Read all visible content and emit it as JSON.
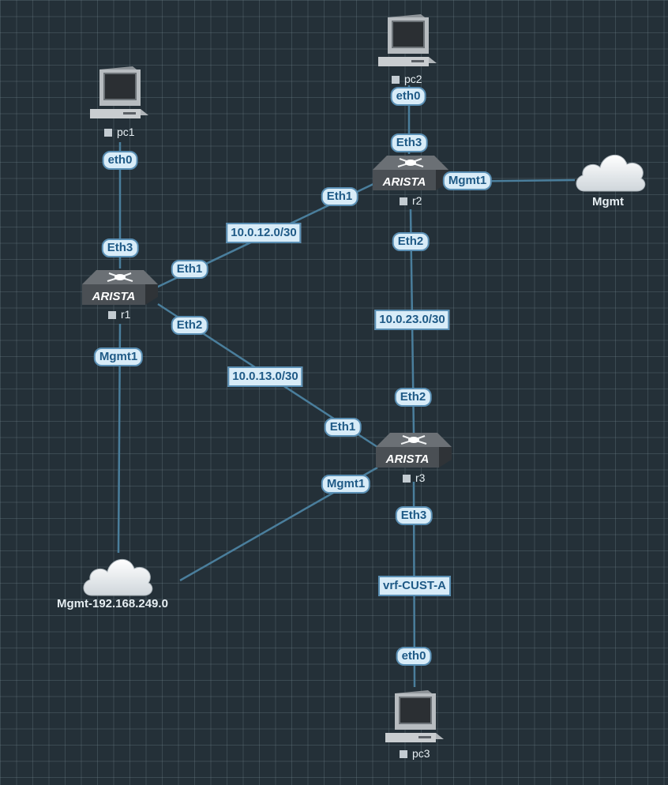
{
  "nodes": {
    "pc1": {
      "label": "pc1"
    },
    "pc2": {
      "label": "pc2"
    },
    "pc3": {
      "label": "pc3"
    },
    "r1": {
      "label": "r1",
      "brand": "ARISTA"
    },
    "r2": {
      "label": "r2",
      "brand": "ARISTA"
    },
    "r3": {
      "label": "r3",
      "brand": "ARISTA"
    },
    "mgmt_cloud_right": {
      "label": "Mgmt"
    },
    "mgmt_cloud_left": {
      "label": "Mgmt-192.168.249.0"
    }
  },
  "ports": {
    "pc1_eth0": "eth0",
    "r1_eth3": "Eth3",
    "r1_eth1": "Eth1",
    "r1_eth2": "Eth2",
    "r1_mgmt1": "Mgmt1",
    "pc2_eth0": "eth0",
    "r2_eth3": "Eth3",
    "r2_eth1": "Eth1",
    "r2_mgmt1": "Mgmt1",
    "r2_eth2": "Eth2",
    "r3_eth2": "Eth2",
    "r3_eth1": "Eth1",
    "r3_mgmt1": "Mgmt1",
    "r3_eth3": "Eth3",
    "pc3_eth0": "eth0"
  },
  "networks": {
    "r1_r2": "10.0.12.0/30",
    "r1_r3": "10.0.13.0/30",
    "r2_r3": "10.0.23.0/30",
    "r3_pc3": "vrf-CUST-A"
  },
  "colors": {
    "background": "#243038",
    "link": "#4a7e9c",
    "label_fill": "#d8ecf8",
    "label_text": "#1f5a86",
    "label_border": "#5a8fb4"
  }
}
